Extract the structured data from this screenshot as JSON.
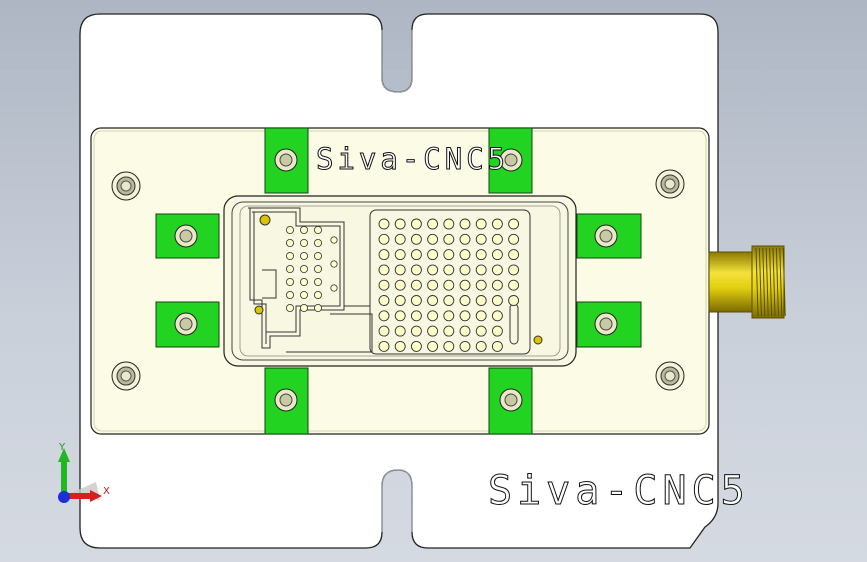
{
  "part": {
    "engraving_top": "Siva-CNC5",
    "engraving_bottom": "Siva-CNC5"
  },
  "triad": {
    "y_label": "Y",
    "x_label": "X"
  },
  "colors": {
    "background": "#b4bcc9",
    "plate": "#ffffff",
    "base": "#fbfbe6",
    "clamp": "#22d322",
    "fitting": "#d9c400",
    "hole": "#ffffcc"
  },
  "icons": {
    "triad": "coordinate-axes-icon"
  }
}
